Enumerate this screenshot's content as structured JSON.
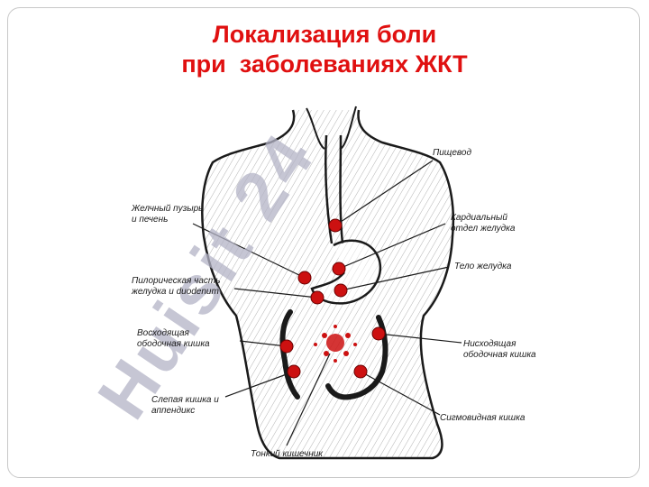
{
  "title": {
    "line1": "Локализация боли",
    "line2": "при  заболеваниях ЖКТ"
  },
  "watermark": "Huisit 24",
  "labels": {
    "esophagus": "Пищевод",
    "gallbladder": "Желчный пузырь\nи печень",
    "cardia": "Кардиальный\nотдел желудка",
    "stomach_body": "Тело желудка",
    "pylorus": "Пилорическая часть\nжелудка и duodenum",
    "ascending_colon": "Восходящая\nободочная кишка",
    "descending_colon": "Нисходящая\nободочная кишка",
    "cecum": "Слепая кишка и\nаппендикс",
    "sigmoid": "Сигмовидная кишка",
    "small_intestine": "Тонкий кишечник"
  },
  "colors": {
    "title": "#e01010",
    "marker": "#cc1111",
    "watermark": "#b4b4c6",
    "lines": "#1a1a1a"
  }
}
